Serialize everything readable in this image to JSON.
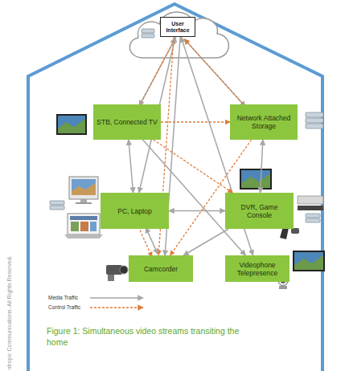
{
  "diagram": {
    "caption": "Figure 1: Simultaneous video streams transiting the home",
    "nodes": [
      {
        "text": [
          "User Interface"
        ]
      },
      {
        "text": [
          "STB, Connected TV"
        ]
      },
      {
        "text": [
          "Network Attached Storage"
        ]
      },
      {
        "text": [
          "PC, Laptop"
        ]
      },
      {
        "text": [
          "DVR, Game Console"
        ]
      },
      {
        "text": [
          "Camcorder"
        ]
      },
      {
        "text": [
          "Videophone Telepresence"
        ]
      }
    ],
    "edges": [
      {
        "from": 0,
        "to": 1,
        "arrow": "both"
      },
      {
        "from": 1,
        "to": 0,
        "arrow": "to"
      },
      {
        "from": 0,
        "to": 2,
        "arrow": "both"
      },
      {
        "from": 2,
        "to": 0,
        "arrow": "to"
      },
      {
        "from": 0,
        "to": 3,
        "arrow": "both"
      },
      {
        "from": 0,
        "to": 5,
        "arrow": "to"
      },
      {
        "from": 0,
        "to": 6,
        "arrow": "both"
      },
      {
        "from": 0,
        "to": 5,
        "arrow": "to"
      },
      {
        "from": 1,
        "to": 3,
        "arrow": "both"
      },
      {
        "from": 2,
        "to": 4,
        "arrow": "both"
      },
      {
        "from": 3,
        "to": 4,
        "arrow": "both"
      },
      {
        "from": 1,
        "to": 2,
        "arrow": "to"
      },
      {
        "from": 1,
        "to": 4,
        "arrow": "to"
      },
      {
        "from": 1,
        "to": 6,
        "arrow": "to"
      },
      {
        "from": 3,
        "to": 5,
        "arrow": "to"
      },
      {
        "from": 2,
        "to": 5,
        "arrow": "to"
      },
      {
        "from": 4,
        "to": 5,
        "arrow": "to"
      },
      {
        "from": 3,
        "to": 5,
        "arrow": "both"
      }
    ],
    "labels": [
      "ntropic Communications. All Rights Reserved."
    ],
    "legend": [
      {
        "text": "Media Traffic"
      },
      {
        "text": "Control Traffic"
      }
    ]
  }
}
